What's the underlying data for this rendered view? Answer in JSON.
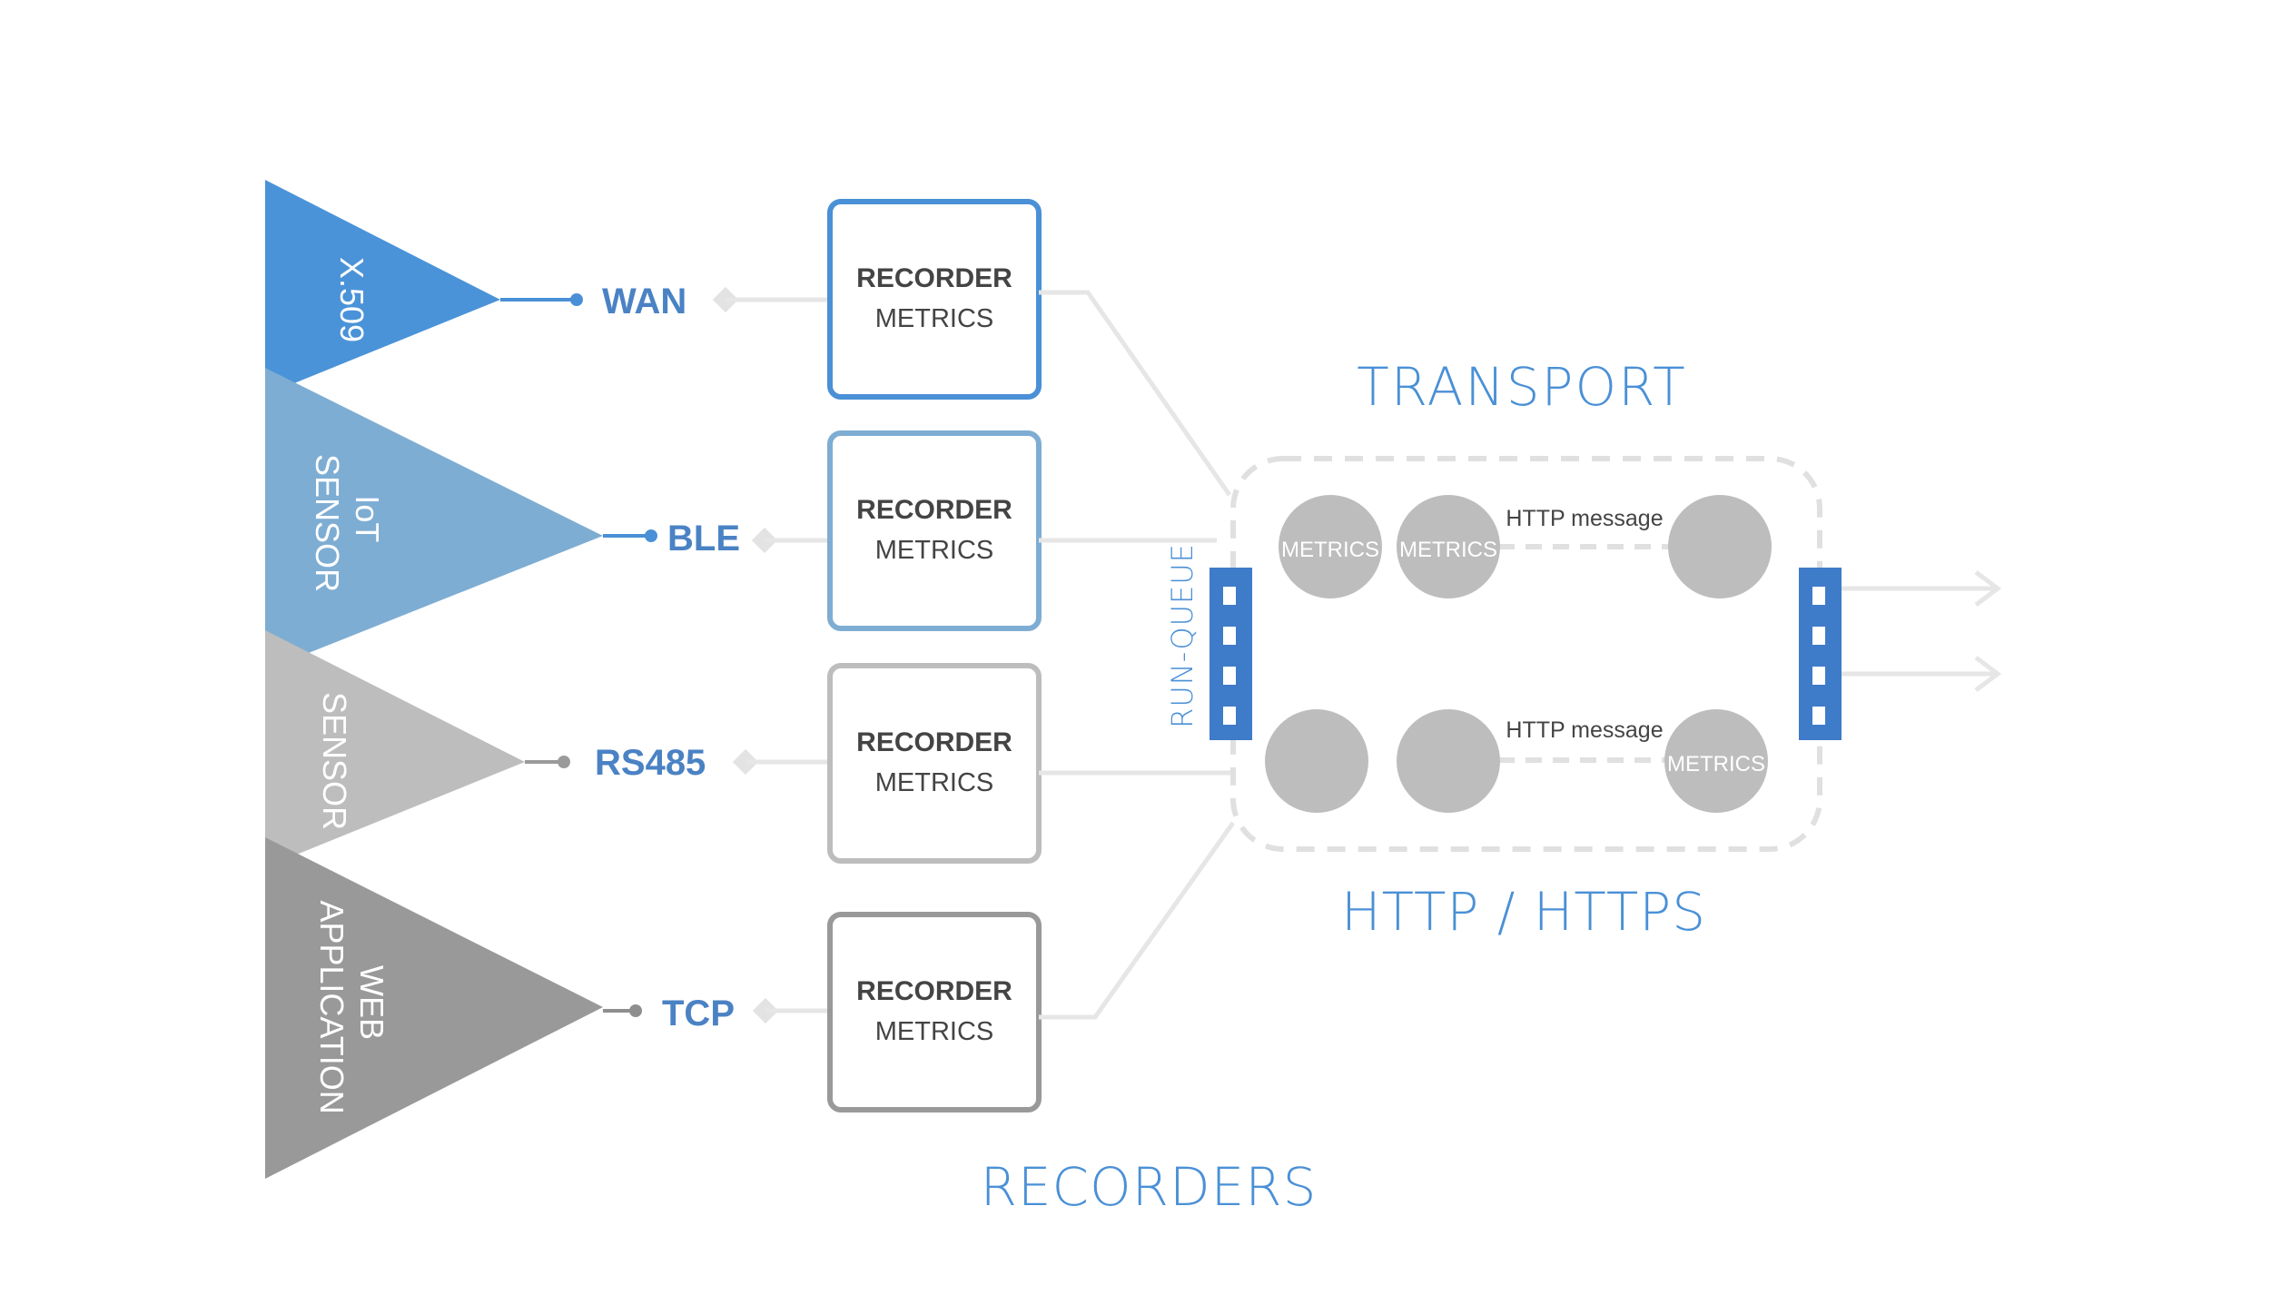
{
  "sources": [
    {
      "label": "X.509",
      "color": "#4A93D8"
    },
    {
      "label": "IoT\nSENSOR",
      "color": "#7EADD3"
    },
    {
      "label": "SENSOR",
      "color": "#BDBDBD"
    },
    {
      "label": "WEB\nAPPLICATION",
      "color": "#999999"
    }
  ],
  "protocols": [
    "WAN",
    "BLE",
    "RS485",
    "TCP"
  ],
  "recorders": [
    {
      "title": "RECORDER",
      "subtitle": "METRICS",
      "border_color": "#4A90D6"
    },
    {
      "title": "RECORDER",
      "subtitle": "METRICS",
      "border_color": "#7EADD3"
    },
    {
      "title": "RECORDER",
      "subtitle": "METRICS",
      "border_color": "#BDBDBD"
    },
    {
      "title": "RECORDER",
      "subtitle": "METRICS",
      "border_color": "#999999"
    }
  ],
  "section_labels": {
    "transport": "TRANSPORT",
    "http": "HTTP / HTTPS",
    "recorders": "RECORDERS",
    "run_queue": "RUN-QUEUE"
  },
  "transport": {
    "row1": {
      "nodes": [
        "METRICS",
        "METRICS",
        ""
      ],
      "message": "HTTP message"
    },
    "row2": {
      "nodes": [
        "",
        "",
        "METRICS"
      ],
      "message": "HTTP message"
    }
  },
  "colors": {
    "accent_blue": "#4A90D6",
    "protocol_text": "#4A82C4",
    "queue_blue": "#3E7BC9",
    "node_gray": "#BDBDBD",
    "connector_gray": "#E6E6E6",
    "dark_text": "#444444"
  }
}
